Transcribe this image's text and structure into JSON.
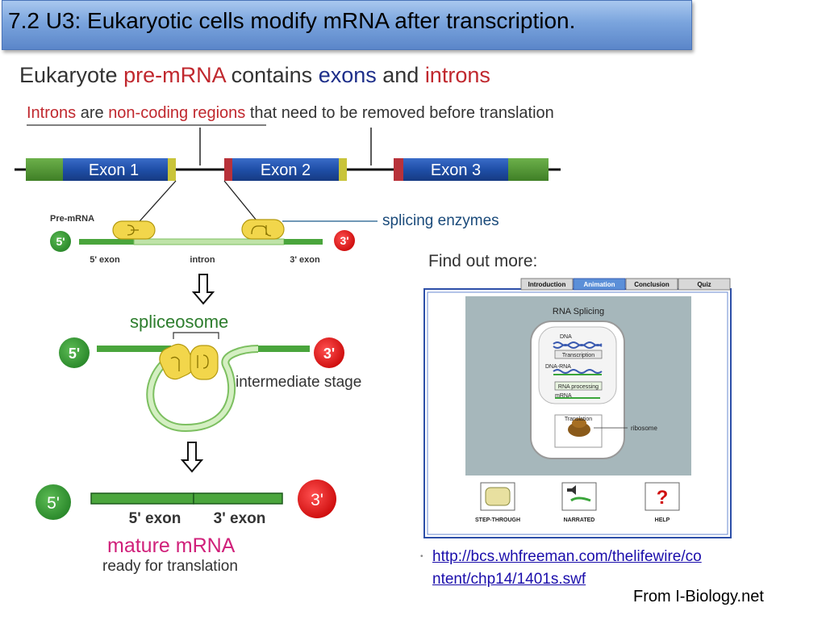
{
  "slide": {
    "title": "7.2 U3: Eukaryotic cells modify mRNA after transcription.",
    "heading": {
      "part1": "Eukaryote ",
      "part2": "pre-mRNA",
      "part3": " contains ",
      "part4": "exons",
      "part5": " and ",
      "part6": "introns"
    },
    "subheading": {
      "part1": "Introns",
      "part2": " are ",
      "part3": "non-coding regions",
      "part4": " that need to be removed before translation"
    },
    "find_more": "Find out more:",
    "link_line1": "http://bcs.whfreeman.com/thelifewire/co",
    "link_line2": "ntent/chp14/1401s.swf",
    "credit": "From I-Biology.net"
  },
  "gene": {
    "exon1": "Exon 1",
    "exon2": "Exon 2",
    "exon3": "Exon 3"
  },
  "splicing": {
    "pre_mrna": "Pre-mRNA",
    "five_prime": "5'",
    "three_prime": "3'",
    "five_exon": "5' exon",
    "intron": "intron",
    "three_exon": "3' exon",
    "splicing_enzymes": "splicing enzymes",
    "spliceosome": "spliceosome",
    "intermediate": "intermediate stage",
    "mature_mrna": "mature mRNA",
    "ready": "ready for translation"
  },
  "animation": {
    "tabs": [
      "Introduction",
      "Animation",
      "Conclusion",
      "Quiz"
    ],
    "active_tab": "Animation",
    "panel_title": "RNA Splicing",
    "dna": "DNA",
    "transcription": "Transcription",
    "dna_rna": "DNA-RNA",
    "rna_processing": "RNA processing",
    "mrna": "mRNA",
    "translation": "Translation",
    "ribosome": "ribosome",
    "buttons": [
      "STEP-THROUGH",
      "NARRATED",
      "HELP"
    ],
    "help_symbol": "?"
  },
  "colors": {
    "exon_blue": "#1f4fa8",
    "exon_green": "#4a8f2e",
    "exon_red": "#b8323a",
    "exon_yellow": "#c9c43a",
    "rna_green": "#4aa53c",
    "circle_green": "#3f9a3a",
    "circle_red": "#e02020",
    "enzyme_yellow": "#f2d64b"
  }
}
